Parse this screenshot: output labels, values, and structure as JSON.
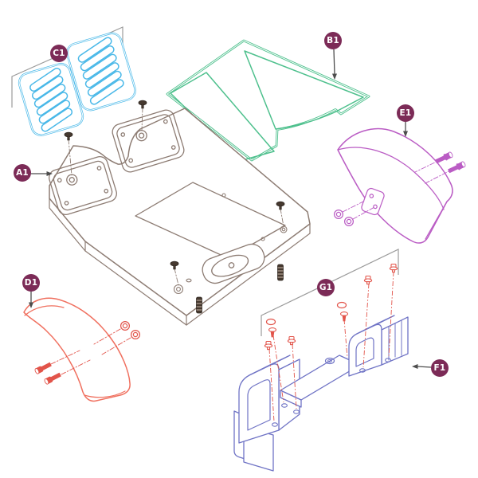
{
  "diagram_kind": "exploded-parts-diagram",
  "labels": [
    {
      "id": "a1",
      "text": "A1",
      "points_to": "floorboard-plate",
      "part_color": "#8d7c73"
    },
    {
      "id": "b1",
      "text": "B1",
      "points_to": "floor-mat-honeycomb",
      "part_color": "#4ec08d"
    },
    {
      "id": "c1",
      "text": "C1",
      "points_to": "pedal-pads-pair",
      "part_color": "#49b8e8"
    },
    {
      "id": "d1",
      "text": "D1",
      "points_to": "front-fender-red",
      "part_color": "#f0705f"
    },
    {
      "id": "e1",
      "text": "E1",
      "points_to": "rear-fender-purple",
      "part_color": "#ba5cc4"
    },
    {
      "id": "f1",
      "text": "F1",
      "points_to": "wheel-bracket-end",
      "part_color": "#6f73c5"
    },
    {
      "id": "g1",
      "text": "G1",
      "points_to": "bracket-hardware-set",
      "part_color": "#e2544a"
    }
  ],
  "colors": {
    "badge_bg": "#7c2b57",
    "badge_text": "#ffffff",
    "pad_blue": "#49b8e8",
    "mat_green": "#4ec08d",
    "plate_gray": "#8d7c73",
    "fender_purple": "#ba5cc4",
    "fender_red": "#f0705f",
    "fastener_red": "#e2544a",
    "bracket_blue": "#6f73c5",
    "guide_gray": "#9b9b9b",
    "arrow_dark": "#4d4d4d",
    "hardware_dark": "#46392f"
  }
}
